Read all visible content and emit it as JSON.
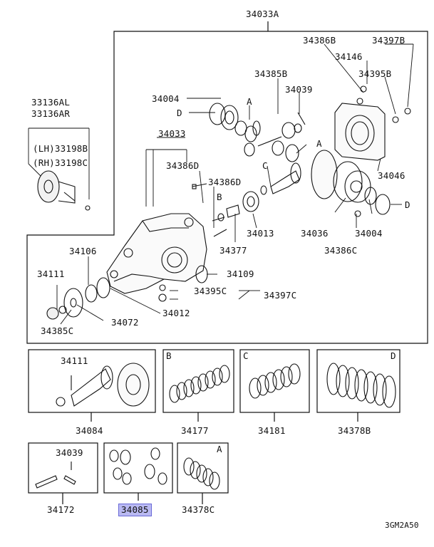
{
  "labels": {
    "assembly": "34033A",
    "case": "34033",
    "flange_l1": "33136AL",
    "flange_l2": "33136AR",
    "lh": "(LH)33198B",
    "rh": "(RH)33198C",
    "p34004a": "34004",
    "p34004b": "34004",
    "p34385b": "34385B",
    "p34039a": "34039",
    "p34386b": "34386B",
    "p34146": "34146",
    "p34397b": "34397B",
    "p34395b": "34395B",
    "p34386d1": "34386D",
    "p34386d2": "34386D",
    "p34046": "34046",
    "p34013": "34013",
    "p34036": "34036",
    "p34377": "34377",
    "p34386c": "34386C",
    "p34106": "34106",
    "p34111a": "34111",
    "p34109": "34109",
    "p34395c": "34395C",
    "p34397c": "34397C",
    "p34012": "34012",
    "p34072": "34072",
    "p34385c": "34385C",
    "p34111b": "34111",
    "p34084": "34084",
    "p34177": "34177",
    "p34181": "34181",
    "p34378b": "34378B",
    "p34039b": "34039",
    "p34172": "34172",
    "p34085": "34085",
    "p34378c": "34378C",
    "ref": "3GM2A50",
    "letter_a1": "A",
    "letter_a2": "A",
    "letter_a3": "A",
    "letter_b1": "B",
    "letter_b2": "B",
    "letter_c1": "C",
    "letter_c2": "C",
    "letter_d1": "D",
    "letter_d2": "D",
    "letter_d3": "D"
  }
}
